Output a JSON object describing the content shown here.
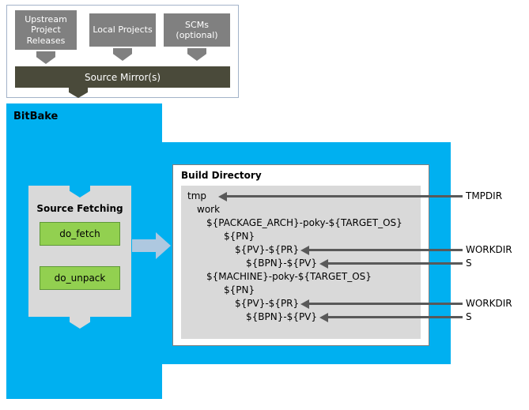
{
  "colors": {
    "bitbake_blue": "#00b0f0",
    "source_box_gray": "#808080",
    "mirror_dark": "#4a4a3a",
    "task_green": "#92d050",
    "panel_gray": "#d9d9d9",
    "flow_arrow_blue": "#aec8e0",
    "annotation_arrow_gray": "#595959"
  },
  "sources_panel": {
    "boxes": [
      "Upstream Project Releases",
      "Local Projects",
      "SCMs (optional)"
    ],
    "mirror": "Source Mirror(s)"
  },
  "bitbake": {
    "label": "BitBake"
  },
  "source_fetching": {
    "title": "Source Fetching",
    "tasks": [
      "do_fetch",
      "do_unpack"
    ]
  },
  "build_directory": {
    "title": "Build Directory",
    "tree": [
      "tmp",
      "work",
      "${PACKAGE_ARCH}-poky-${TARGET_OS}",
      "${PN}",
      "${PV}-${PR}",
      "${BPN}-${PV}",
      "${MACHINE}-poky-${TARGET_OS}",
      "${PN}",
      "${PV}-${PR}",
      "${BPN}-${PV}"
    ]
  },
  "annotations": [
    "TMPDIR",
    "WORKDIR",
    "S",
    "WORKDIR",
    "S"
  ]
}
